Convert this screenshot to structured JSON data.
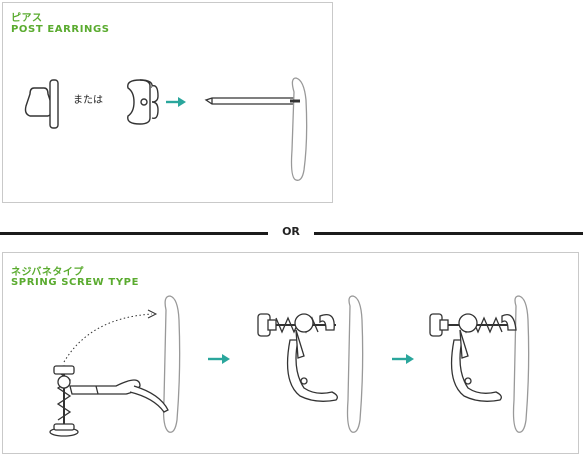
{
  "colors": {
    "green": "#5aab2f",
    "teal_arrow": "#2aa69c",
    "outline": "#333333",
    "rule": "#1b1b1b"
  },
  "top_panel": {
    "title_jp": "ピアス",
    "title_en": "POST EARRINGS",
    "or_text": "または"
  },
  "divider": {
    "label": "OR"
  },
  "bottom_panel": {
    "title_jp": "ネジバネタイプ",
    "title_en": "SPRING SCREW TYPE"
  },
  "icons": [
    "earring-back-icon",
    "butterfly-clutch-icon",
    "arrow-right-icon",
    "earring-post-icon",
    "earlobe-icon",
    "screw-clip-icon",
    "dotted-curve-arrow-icon"
  ]
}
